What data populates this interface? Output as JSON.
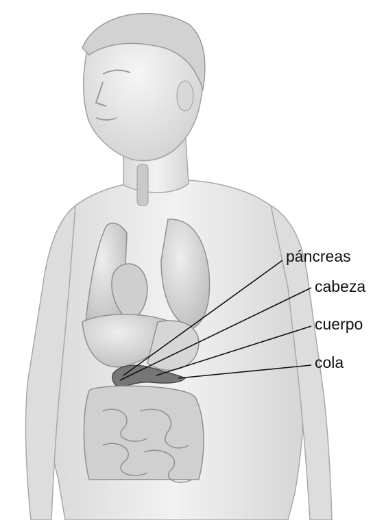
{
  "labels": {
    "pancreas": "páncreas",
    "head": "cabeza",
    "body": "cuerpo",
    "tail": "cola"
  },
  "colors": {
    "skin": "#e6e6e6",
    "outline": "#9a9a9a",
    "organ": "#c4c4c4",
    "pancreas": "#6e6e6e",
    "text": "#111111"
  }
}
